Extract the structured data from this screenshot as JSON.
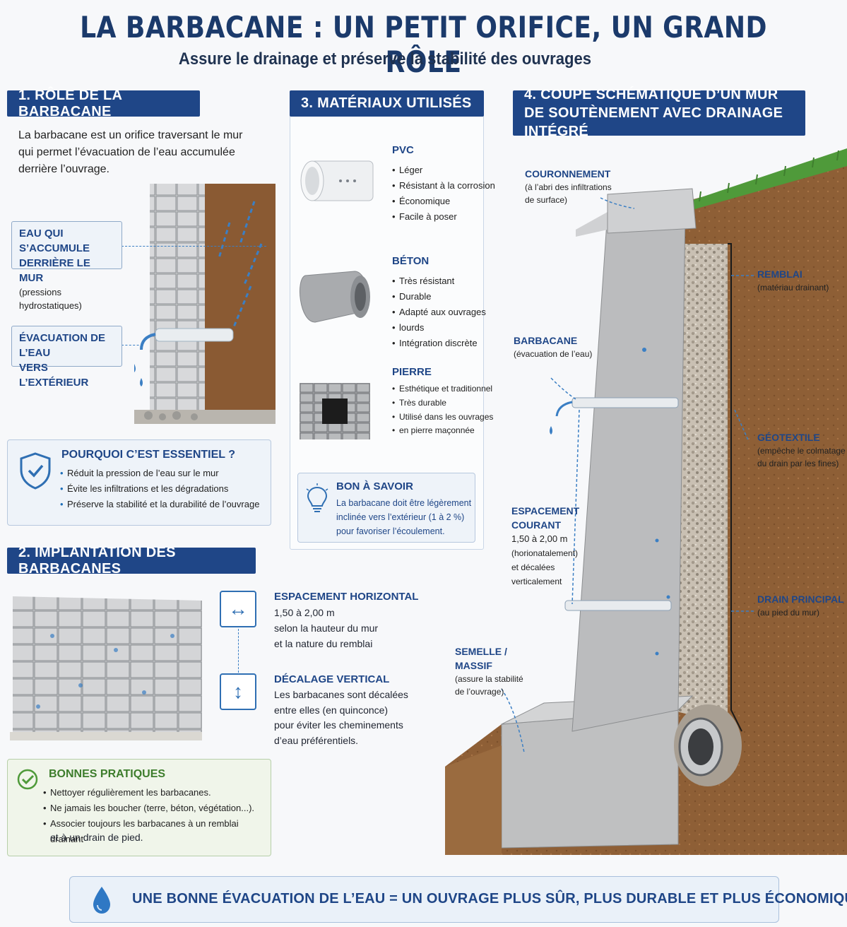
{
  "header": {
    "title": "LA BARBACANE : UN PETIT ORIFICE, UN GRAND RÔLE",
    "subtitle": "Assure le drainage et préserve la stabilité des ouvrages"
  },
  "section1": {
    "title": "1. RÔLE DE LA BARBACANE",
    "intro_lines": [
      "La barbacane est un orifice traversant le mur",
      "qui permet l’évacuation de l’eau accumulée",
      "derrière l’ouvrage."
    ],
    "callout_water": {
      "line1": "EAU QUI S’ACCUMULE",
      "line2": "DERRIÈRE LE MUR",
      "sub": "(pressions hydrostatiques)"
    },
    "callout_evac": {
      "line1": "ÉVACUATION DE L’EAU",
      "line2": "VERS L’EXTÉRIEUR"
    },
    "why": {
      "title": "POURQUOI C’EST ESSENTIEL ?",
      "items": [
        "Réduit la pression de l’eau sur le mur",
        "Évite les infiltrations et les dégradations",
        "Préserve la stabilité et la durabilité de l’ouvrage"
      ],
      "icon": "shield-check-icon"
    }
  },
  "section2": {
    "title": "2. IMPLANTATION DES BARBACANES",
    "horizontal": {
      "title": "ESPACEMENT HORIZONTAL",
      "lines": [
        "1,50 à 2,00 m",
        "selon la hauteur du mur",
        "et la nature du remblai"
      ],
      "icon": "horizontal-arrows-icon"
    },
    "vertical": {
      "title": "DÉCALAGE VERTICAL",
      "lines": [
        "Les barbacanes sont décalées",
        "entre elles (en quinconce)",
        "pour éviter les cheminements",
        "d’eau préférentiels."
      ],
      "icon": "vertical-arrows-icon"
    },
    "good_practices": {
      "title": "BONNES PRATIQUES",
      "items": [
        "Nettoyer régulièrement les barbacanes.",
        "Ne jamais les boucher (terre, béton, végétation...).",
        "Associer toujours les barbacanes à un remblai drainant"
      ],
      "continuation": "et à un drain de pied.",
      "icon": "check-circle-icon"
    }
  },
  "section3": {
    "title": "3. MATÉRIAUX UTILISÉS",
    "materials": [
      {
        "name": "PVC",
        "items": [
          "Léger",
          "Résistant à la corrosion",
          "Économique",
          "Facile à poser"
        ]
      },
      {
        "name": "BÉTON",
        "items": [
          "Très résistant",
          "Durable",
          "Adapté aux ouvrages",
          "Intégration discrète"
        ],
        "continuation": "lourds"
      },
      {
        "name": "PIERRE",
        "items": [
          "Esthétique et traditionnel",
          "Très durable",
          "Utilisé dans les ouvrages"
        ],
        "continuation": "en pierre maçonnée"
      }
    ],
    "tip": {
      "title": "BON À SAVOIR",
      "lines": [
        "La barbacane doit être légèrement",
        "inclinée vers l’extérieur (1 à 2 %)",
        "pour favoriser l’écoulement."
      ],
      "icon": "lightbulb-icon"
    }
  },
  "section4": {
    "title_line1": "4. COUPE SCHÉMATIQUE D’UN MUR",
    "title_line2": "DE SOUTÈNEMENT AVEC DRAINAGE INTÉGRÉ",
    "labels": {
      "couronnement": {
        "title": "COURONNEMENT",
        "sub1": "(à l’abri des infiltrations",
        "sub2": "de surface)"
      },
      "remblai": {
        "title": "REMBLAI",
        "sub": "(matériau drainant)"
      },
      "barbacane": {
        "title": "BARBACANE",
        "sub": "(évacuation de l’eau)"
      },
      "geotextile": {
        "title": "GÉOTEXTILE",
        "sub1": "(empêche le colmatage",
        "sub2": "du drain par les fines)"
      },
      "espacement": {
        "title1": "ESPACEMENT",
        "title2": "COURANT",
        "sub1": "1,50 à 2,00 m",
        "sub2": "(horionatalement)",
        "sub3": "et décalées",
        "sub4": "verticalement"
      },
      "drain": {
        "title": "DRAIN PRINCIPAL",
        "sub": "(au pied du mur)"
      },
      "semelle": {
        "title": "SEMELLE / MASSIF",
        "sub1": "(assure la stabilité",
        "sub2": "de l’ouvrage)"
      }
    }
  },
  "footer": {
    "text": "UNE BONNE ÉVACUATION DE L’EAU = UN OUVRAGE PLUS SÛR, PLUS DURABLE ET PLUS ÉCONOMIQUE",
    "icon": "water-drop-icon"
  },
  "colors": {
    "navy": "#1f4687",
    "accent_blue": "#3b7fc4",
    "soil": "#8a5a33",
    "green": "#4f9a3a"
  }
}
